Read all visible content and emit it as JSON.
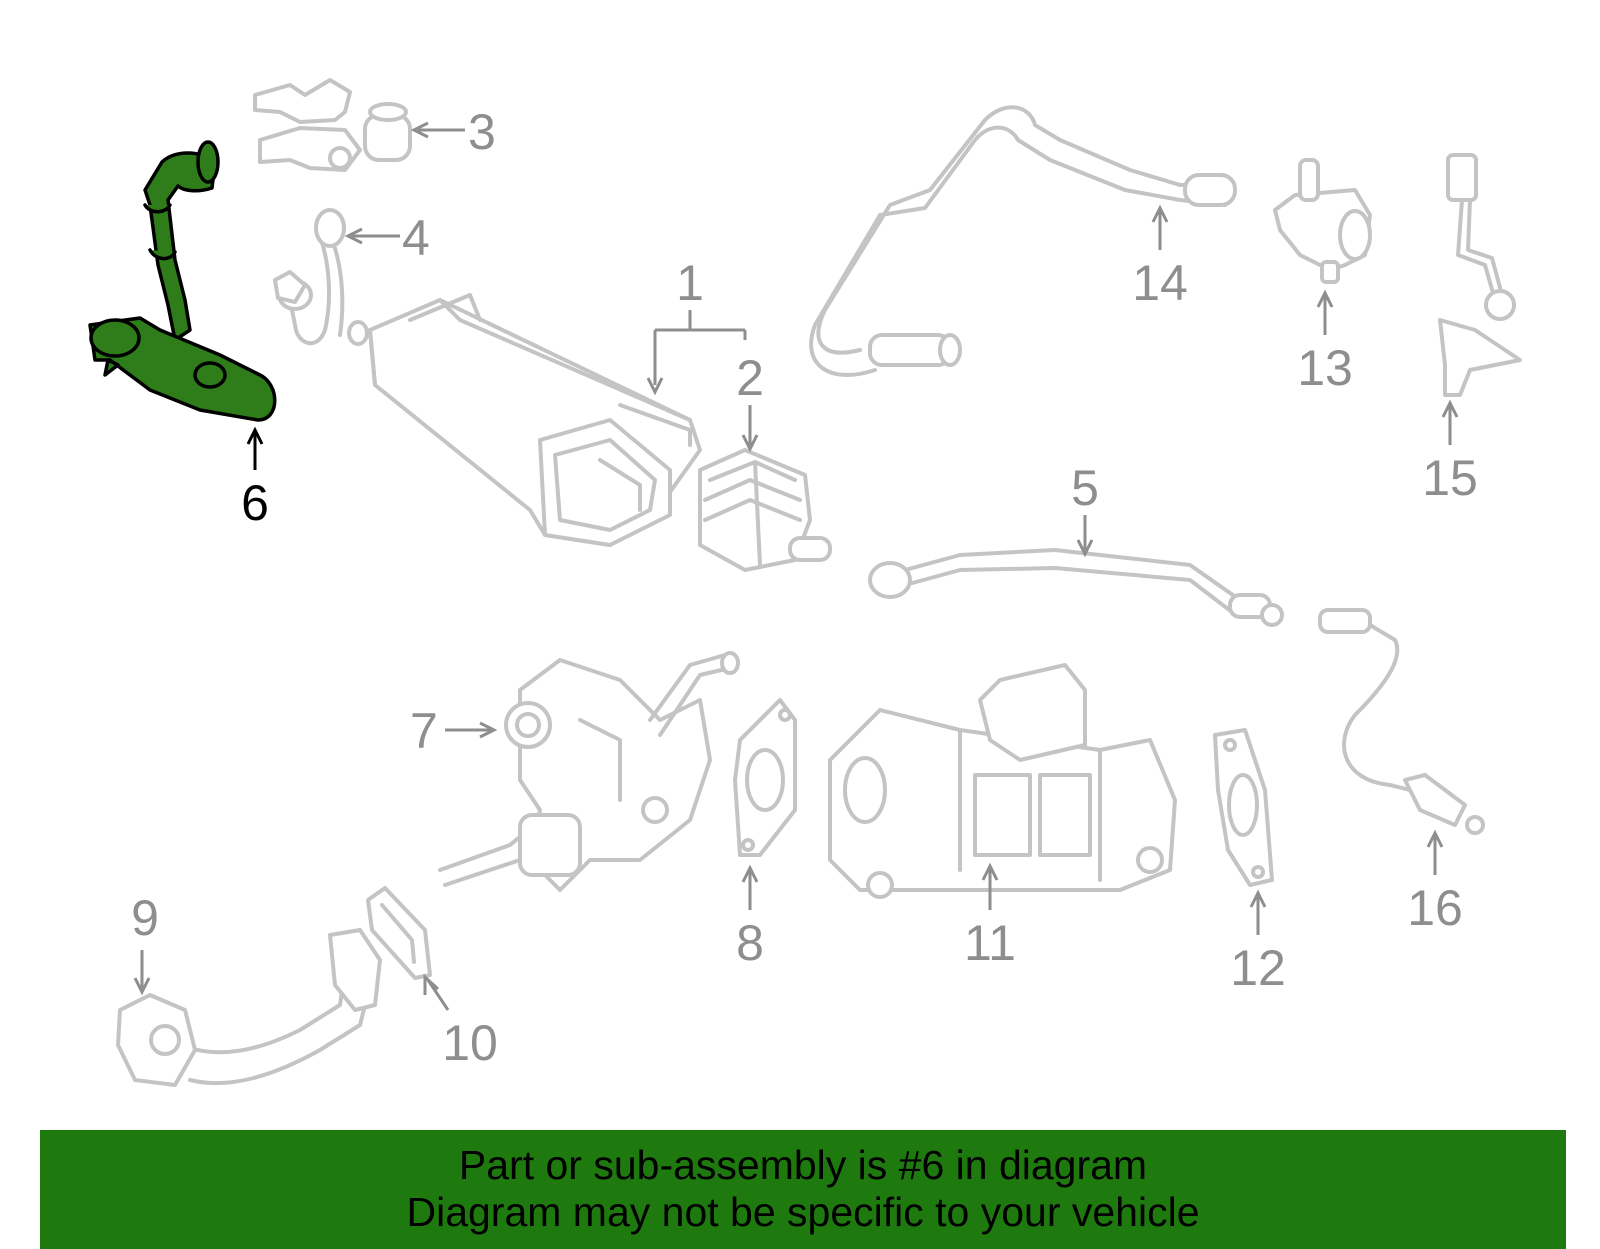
{
  "callouts": {
    "c1": "1",
    "c2": "2",
    "c3": "3",
    "c4": "4",
    "c5": "5",
    "c6": "6",
    "c7": "7",
    "c8": "8",
    "c9": "9",
    "c10": "10",
    "c11": "11",
    "c12": "12",
    "c13": "13",
    "c14": "14",
    "c15": "15",
    "c16": "16"
  },
  "highlighted_part": "6",
  "colors": {
    "highlight_fill": "#2e7d1a",
    "banner_background": "#1e7a0e",
    "part_outline": "#c4c4c4",
    "label_gray": "#8e8e8e"
  },
  "banner": {
    "line1": "Part or sub-assembly is #6 in diagram",
    "line2": "Diagram may not be specific to your vehicle"
  }
}
